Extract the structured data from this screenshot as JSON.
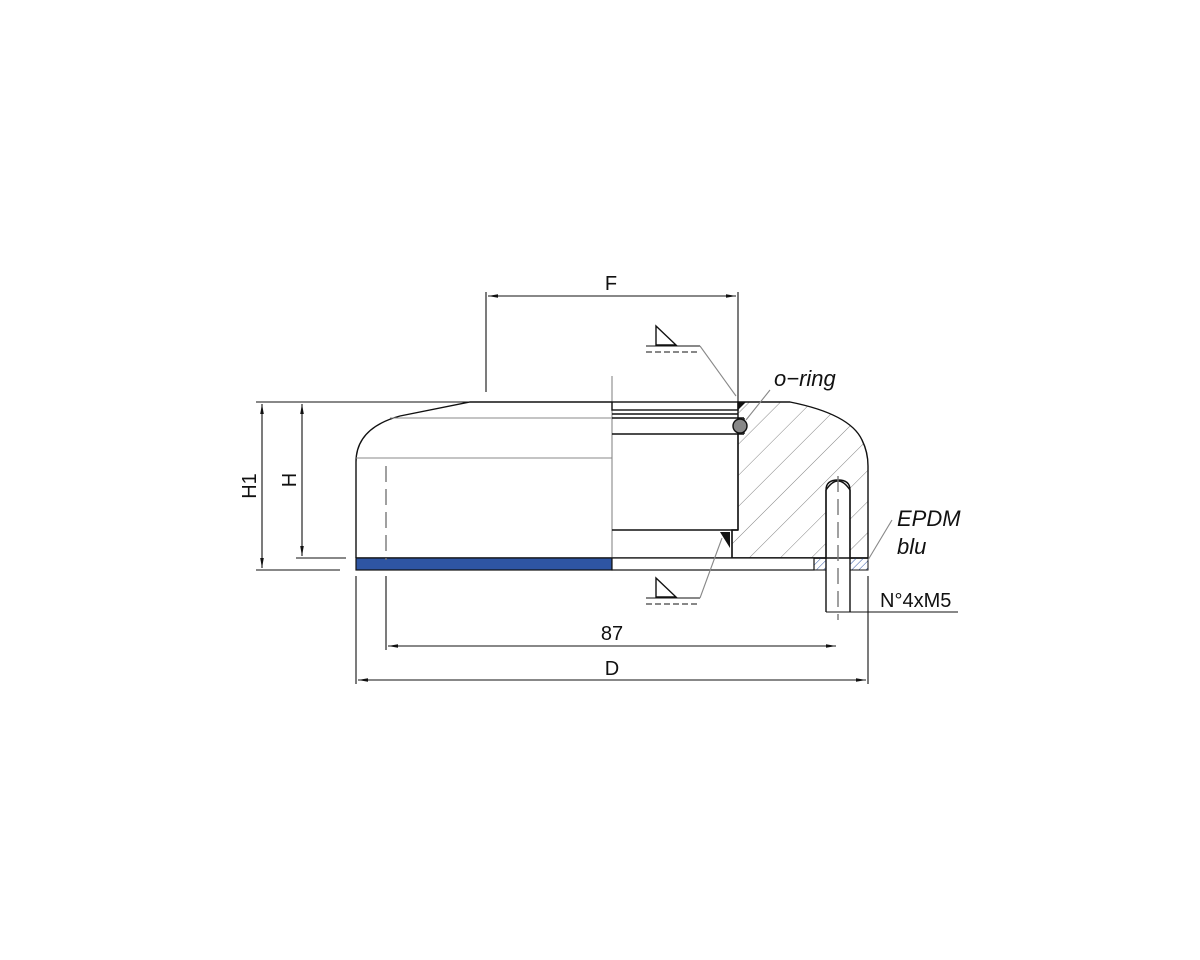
{
  "drawing": {
    "labels": {
      "dim_f": "F",
      "dim_h1": "H1",
      "dim_h": "H",
      "dim_87": "87",
      "dim_d": "D",
      "o_ring": "o−ring",
      "epdm_line1": "EPDM",
      "epdm_line2": "blu",
      "thread_spec": "N°4xM5"
    },
    "colors": {
      "gasket_blue": "#2E55A3",
      "line": "#111111",
      "construction_gray": "#888888"
    }
  }
}
